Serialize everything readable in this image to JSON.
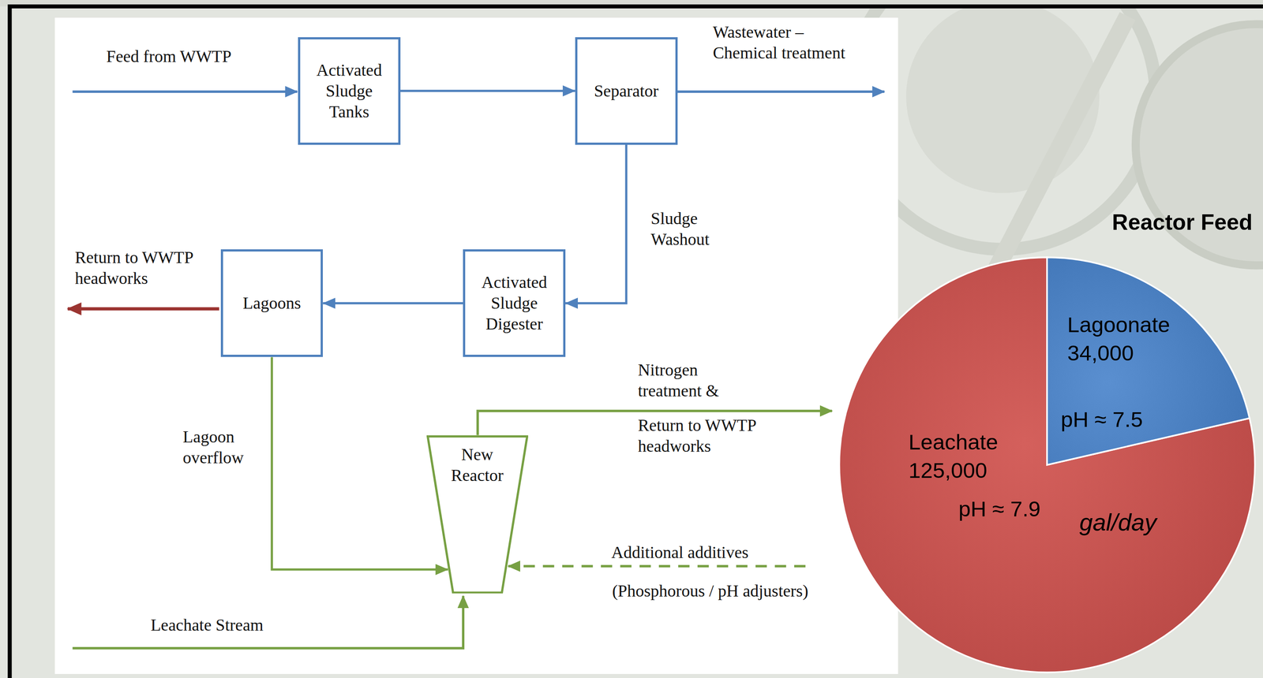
{
  "diagram": {
    "nodes": [
      {
        "text": [
          "Activated Sludge Tanks"
        ]
      },
      {
        "text": [
          "Separator"
        ]
      },
      {
        "text": [
          "Activated Sludge Digester"
        ]
      },
      {
        "text": [
          "Lagoons"
        ]
      },
      {
        "text": [
          "New Reactor"
        ]
      }
    ],
    "edges": [
      {
        "from": 0,
        "to": 1,
        "arrow": "to"
      },
      {
        "from": 1,
        "to": 2,
        "label": "Sludge Washout",
        "arrow": "to"
      },
      {
        "from": 2,
        "to": 3,
        "arrow": "to"
      },
      {
        "from": 3,
        "to": 4,
        "label": "Lagoon overflow",
        "arrow": "to"
      }
    ],
    "labels": [
      "Feed from WWTP",
      "Wastewater – Chemical treatment",
      "Return to WWTP headworks",
      "Nitrogen treatment &",
      "Return to WWTP headworks",
      "Additional additives",
      "(Phosphorous / pH adjusters)",
      "Leachate Stream",
      "Reactor Feed",
      "Lagoonate 34,000",
      "pH ≈ 7.5",
      "Leachate 125,000",
      "pH ≈ 7.9",
      "gal/day"
    ]
  }
}
